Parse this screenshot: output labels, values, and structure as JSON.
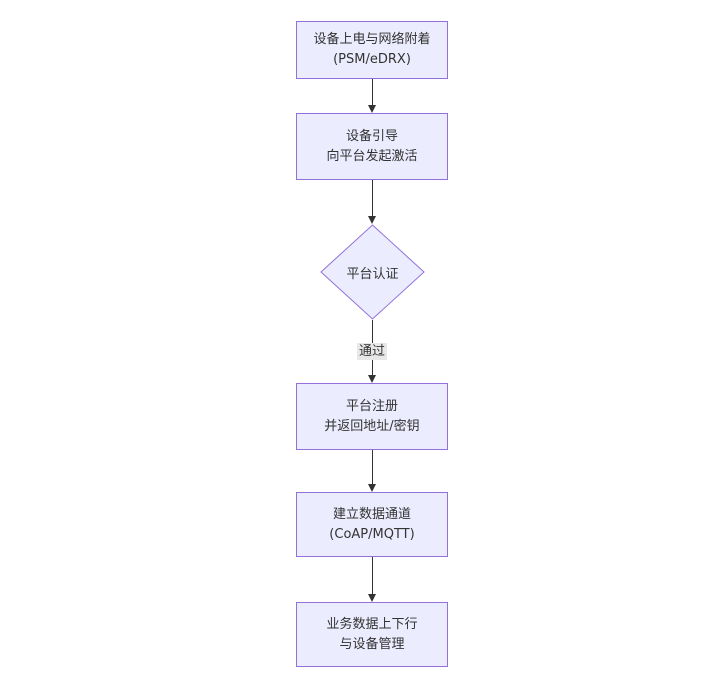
{
  "flow": {
    "nodes": {
      "power": {
        "line1": "设备上电与网络附着",
        "line2": "(PSM/eDRX)"
      },
      "bootstrap": {
        "line1": "设备引导",
        "line2": "向平台发起激活"
      },
      "auth": {
        "label": "平台认证"
      },
      "register": {
        "line1": "平台注册",
        "line2": "并返回地址/密钥"
      },
      "channel": {
        "line1": "建立数据通道",
        "line2": "(CoAP/MQTT)"
      },
      "business": {
        "line1": "业务数据上下行",
        "line2": "与设备管理"
      }
    },
    "edges": {
      "auth_pass_label": "通过"
    },
    "colors": {
      "node_fill": "#ECECFF",
      "node_border": "#9370DB",
      "text": "#333333",
      "edge_line": "#333333",
      "edge_label_bg": "#e8e8e8"
    }
  }
}
